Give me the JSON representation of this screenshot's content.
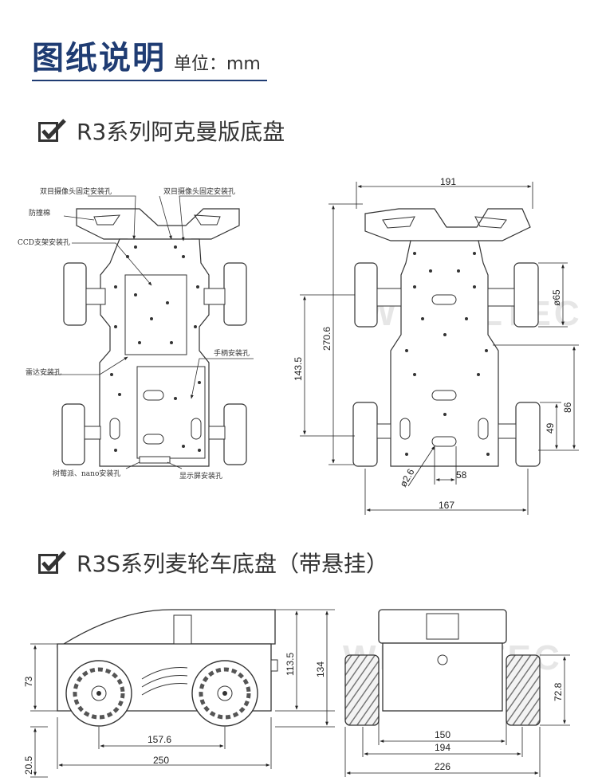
{
  "header": {
    "title": "图纸说明",
    "unit": "单位：mm"
  },
  "sections": [
    {
      "heading": "R3系列阿克曼版底盘"
    },
    {
      "heading": "R3S系列麦轮车底盘（带悬挂）"
    }
  ],
  "callouts": {
    "camera_left": "双目摄像头固定安装孔",
    "camera_right": "双目摄像头固定安装孔",
    "bumper": "防撞棉",
    "ccd": "CCD支架安装孔",
    "radar": "雷达安装孔",
    "handle": "手柄安装孔",
    "raspberry": "树莓派、nano安装孔",
    "display": "显示屏安装孔"
  },
  "dims_r3": {
    "width_top": "191",
    "length": "270.6",
    "mid": "143.5",
    "wheel_dia": "ø65",
    "h86": "86",
    "h49": "49",
    "hole": "ø2.6",
    "w58": "58",
    "w167": "167"
  },
  "dims_r3s": {
    "h73": "73",
    "h113": "113.5",
    "h134": "134",
    "w157": "157.6",
    "w250": "250",
    "h20": "20.5",
    "h72": "72.8",
    "w150": "150",
    "w194": "194",
    "w226": "226"
  },
  "watermark": "WHEELTEC"
}
